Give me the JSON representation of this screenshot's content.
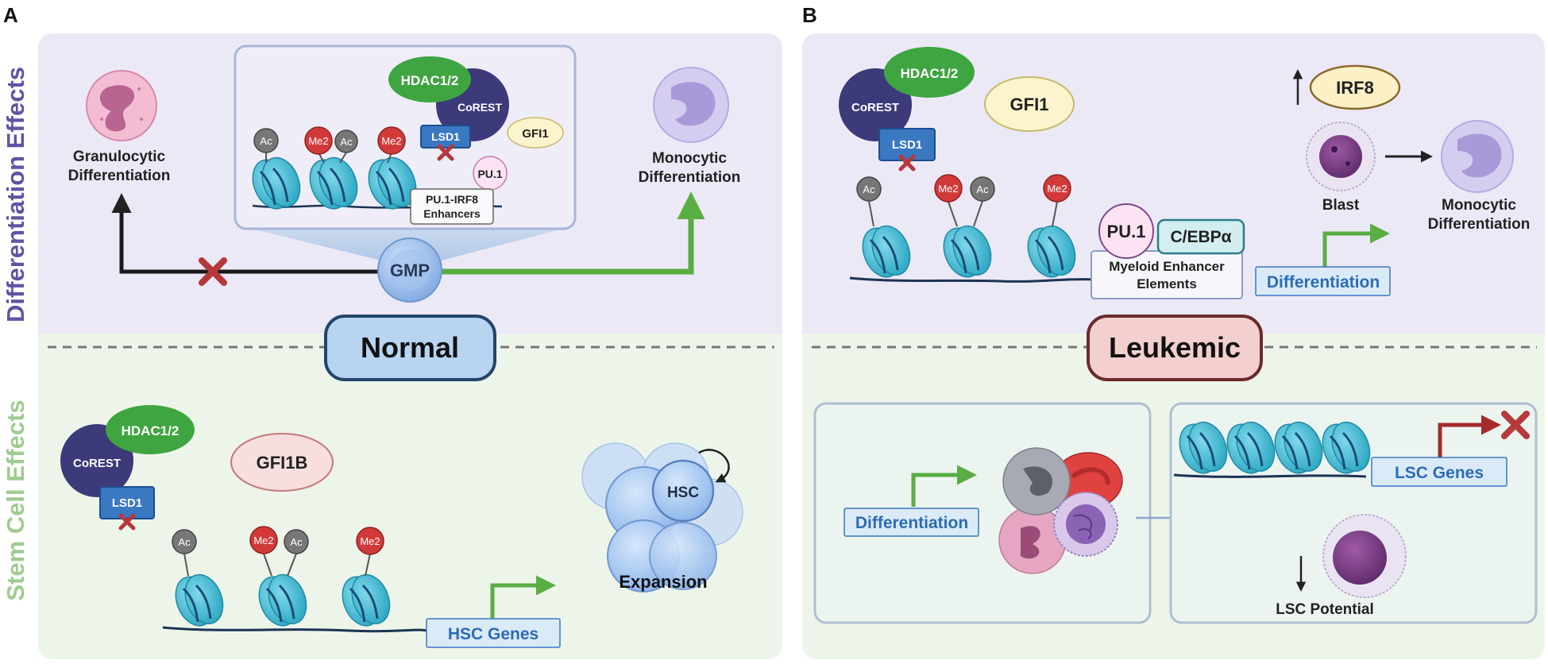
{
  "panel_a": {
    "letter": "A",
    "side_top": "Differentiation Effects",
    "side_bottom": "Stem Cell Effects",
    "state_label": "Normal",
    "top": {
      "granulocytic_line1": "Granulocytic",
      "granulocytic_line2": "Differentiation",
      "monocytic_line1": "Monocytic",
      "monocytic_line2": "Differentiation",
      "gmp": "GMP",
      "inset": {
        "hdac": "HDAC1/2",
        "corest": "CoREST",
        "lsd1": "LSD1",
        "gfi1": "GFI1",
        "pu1": "PU.1",
        "mark_ac": "Ac",
        "mark_me2": "Me2",
        "enhancer_line1": "PU.1-IRF8",
        "enhancer_line2": "Enhancers"
      }
    },
    "bottom": {
      "hdac": "HDAC1/2",
      "corest": "CoREST",
      "lsd1": "LSD1",
      "gfi1b": "GFI1B",
      "mark_ac": "Ac",
      "mark_me2": "Me2",
      "hsc_genes": "HSC Genes",
      "hsc": "HSC",
      "expansion": "Expansion"
    }
  },
  "panel_b": {
    "letter": "B",
    "state_label": "Leukemic",
    "top": {
      "hdac": "HDAC1/2",
      "corest": "CoREST",
      "lsd1": "LSD1",
      "gfi1": "GFI1",
      "irf8": "IRF8",
      "mark_ac": "Ac",
      "mark_me2": "Me2",
      "pu1": "PU.1",
      "cebpa": "C/EBPα",
      "enhancer_line1": "Myeloid Enhancer",
      "enhancer_line2": "Elements",
      "differentiation": "Differentiation",
      "blast": "Blast",
      "monocytic_line1": "Monocytic",
      "monocytic_line2": "Differentiation"
    },
    "bottom": {
      "differentiation": "Differentiation",
      "lsc_genes": "LSC Genes",
      "lsc_potential": "LSC Potential"
    }
  },
  "colors": {
    "top_bg": "#ece9f6",
    "bottom_bg": "#edf5ea",
    "side_top": "#5d55a3",
    "side_bottom": "#9fcb8f",
    "hdac": "#3fa541",
    "corest": "#3d3a7a",
    "lsd1": "#3a78c2",
    "nucleosome": "#3fb8d0",
    "acetyl": "#777777",
    "methyl": "#d23a3a",
    "arrow_green": "#5aad43",
    "x_red": "#b5393b",
    "normal_fill": "#b7d4f1",
    "leukemic_fill": "#f3cfcf"
  }
}
